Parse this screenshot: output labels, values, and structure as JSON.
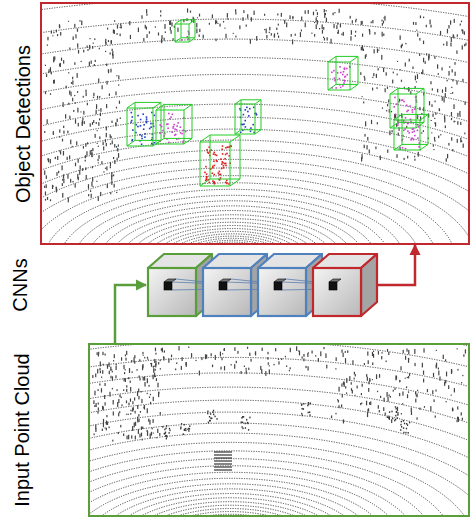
{
  "diagram": {
    "nodes": [
      {
        "text": [
          "Object Detections"
        ]
      },
      {
        "text": [
          "CNNs"
        ]
      },
      {
        "text": [
          "Input Point Cloud"
        ]
      }
    ],
    "edges": [
      {
        "from": 2,
        "to": 1,
        "arrow": "to"
      },
      {
        "from": 1,
        "to": 0,
        "arrow": "to"
      }
    ]
  }
}
